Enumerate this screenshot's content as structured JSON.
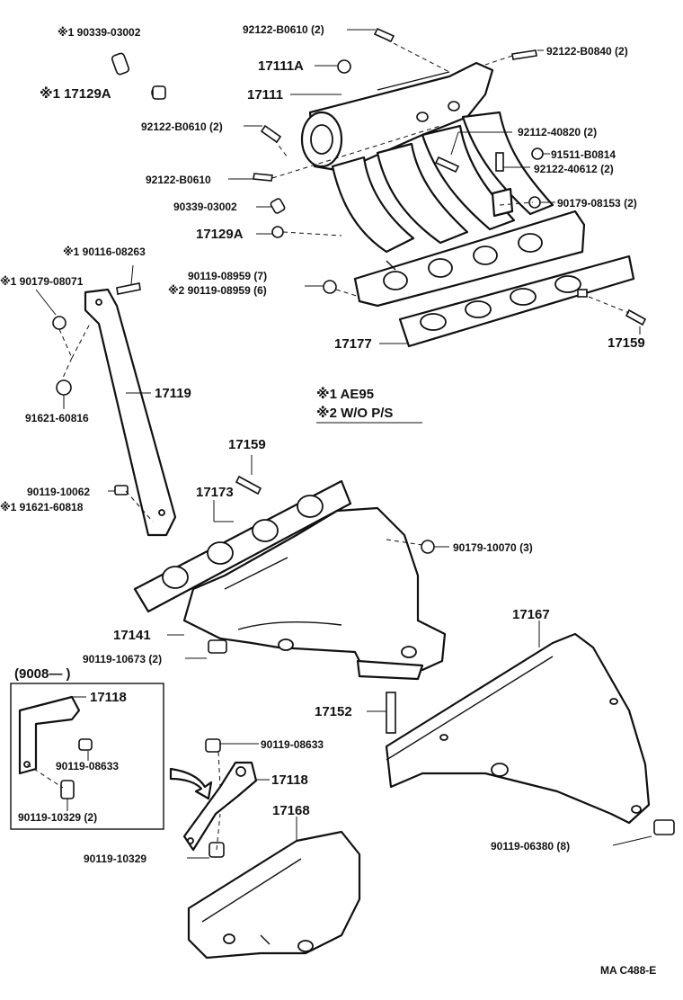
{
  "notes": {
    "n1": "※1 AE95",
    "n2": "※2 W/O  P/S"
  },
  "drawing_code": "MA C488-E",
  "inset": {
    "label": "(9008—          )"
  },
  "labels": [
    "※1 90339-03002",
    "※1 17129A",
    "92122-B0610 (2)",
    "92122-B0840 (2)",
    "17111A",
    "17111",
    "92122-B0610 (2)",
    "92112-40820 (2)",
    "91511-B0814",
    "92122-40612 (2)",
    "92122-B0610",
    "90339-03002",
    "90179-08153 (2)",
    "17129A",
    "※1 90116-08263",
    "※1 90179-08071",
    "90119-08959 (7)",
    "※2 90119-08959 (6)",
    "17177",
    "17159",
    "17119",
    "91621-60816",
    "17159",
    "17173",
    "90119-10062",
    "※1 91621-60818",
    "90179-10070 (3)",
    "17141",
    "90119-10673 (2)",
    "17167",
    "17118",
    "90119-08633",
    "90119-10329 (2)",
    "17152",
    "90119-08633",
    "17118",
    "17168",
    "90119-10329",
    "90119-06380 (8)"
  ]
}
